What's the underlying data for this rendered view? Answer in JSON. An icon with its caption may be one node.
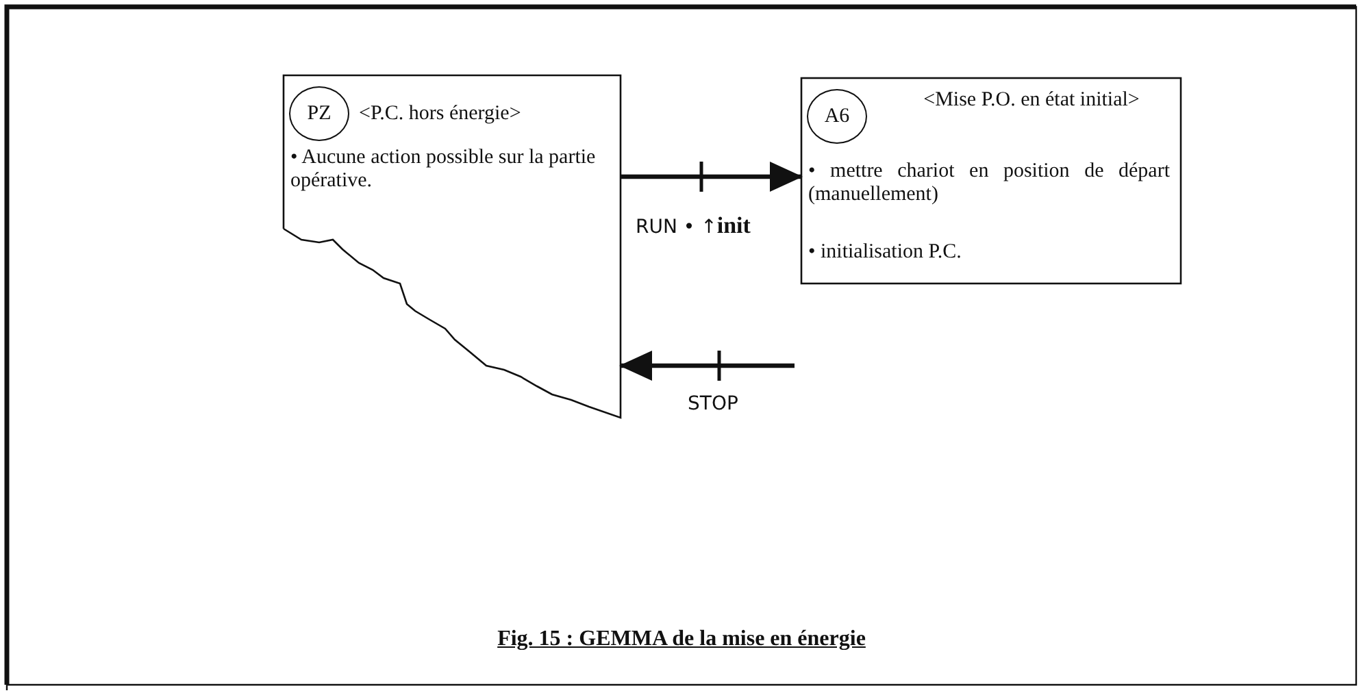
{
  "diagram": {
    "caption": "Fig. 15 : GEMMA de la mise en énergie",
    "nodes": [
      {
        "text": [
          "<P.C. hors énergie>",
          "• Aucune action possible sur la partie opérative."
        ]
      },
      {
        "text": [
          "PZ"
        ],
        "in": 0
      },
      {
        "text": [
          "<Mise P.O. en état initial>",
          "• mettre chariot en position de départ (manuellement)",
          "• initialisation P.C."
        ]
      },
      {
        "text": [
          "A6"
        ],
        "in": 2
      }
    ],
    "edges": [
      {
        "from": 0,
        "to": 2,
        "arrow": "to",
        "label": "RUN • ↑**init**"
      },
      {
        "from": null,
        "to": 0,
        "arrow": "to",
        "label": "STOP"
      }
    ]
  }
}
